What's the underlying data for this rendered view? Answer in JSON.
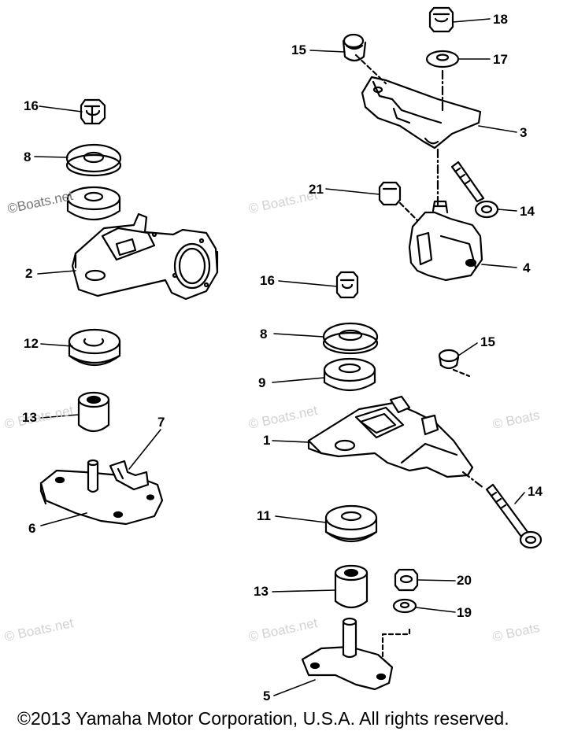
{
  "diagram": {
    "callouts": [
      {
        "id": "16a",
        "text": "16"
      },
      {
        "id": "8a",
        "text": "8"
      },
      {
        "id": "2",
        "text": "2"
      },
      {
        "id": "12",
        "text": "12"
      },
      {
        "id": "13a",
        "text": "13"
      },
      {
        "id": "7",
        "text": "7"
      },
      {
        "id": "6",
        "text": "6"
      },
      {
        "id": "15a",
        "text": "15"
      },
      {
        "id": "18",
        "text": "18"
      },
      {
        "id": "17",
        "text": "17"
      },
      {
        "id": "3",
        "text": "3"
      },
      {
        "id": "21",
        "text": "21"
      },
      {
        "id": "14a",
        "text": "14"
      },
      {
        "id": "4",
        "text": "4"
      },
      {
        "id": "16b",
        "text": "16"
      },
      {
        "id": "8b",
        "text": "8"
      },
      {
        "id": "15b",
        "text": "15"
      },
      {
        "id": "9",
        "text": "9"
      },
      {
        "id": "1",
        "text": "1"
      },
      {
        "id": "14b",
        "text": "14"
      },
      {
        "id": "11",
        "text": "11"
      },
      {
        "id": "13b",
        "text": "13"
      },
      {
        "id": "20",
        "text": "20"
      },
      {
        "id": "19",
        "text": "19"
      },
      {
        "id": "5",
        "text": "5"
      }
    ],
    "watermark_text": "© Boats.net",
    "watermark_partial_left": "©Boats.net",
    "watermark_partial_right": "© Boats",
    "copyright": "©2013 Yamaha Motor Corporation, U.S.A. All rights reserved."
  }
}
